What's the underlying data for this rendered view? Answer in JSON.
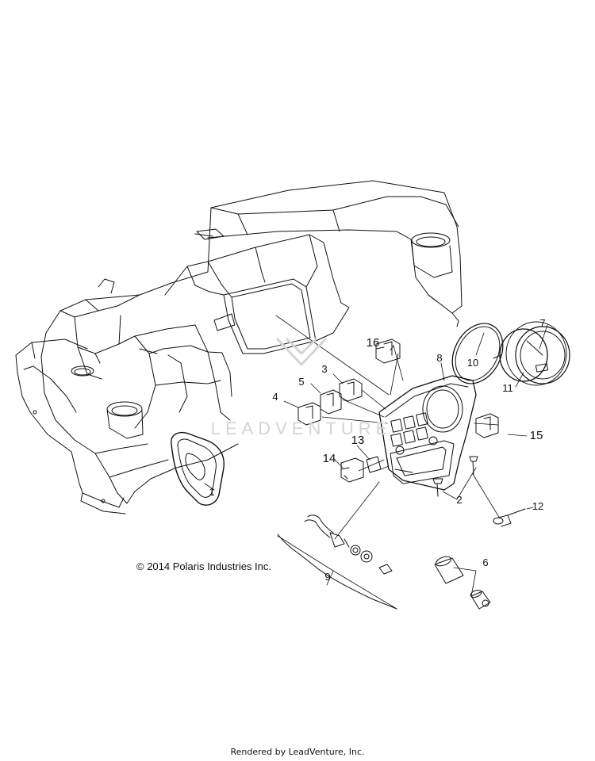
{
  "watermark": "LEADVENTURE",
  "copyright": "© 2014 Polaris Industries Inc.",
  "footer": "Rendered by LeadVenture, Inc.",
  "callouts": {
    "c1": "1",
    "c2": "2",
    "c3": "3",
    "c4": "4",
    "c5": "5",
    "c6": "6",
    "c7": "7",
    "c8": "8",
    "c9": "9",
    "c10": "10",
    "c11": "11",
    "c12": "12",
    "c13": "13",
    "c14": "14",
    "c15": "15",
    "c16": "16"
  },
  "colors": {
    "line": "#111111",
    "watermark": "#d4d4d4",
    "background": "#ffffff"
  }
}
